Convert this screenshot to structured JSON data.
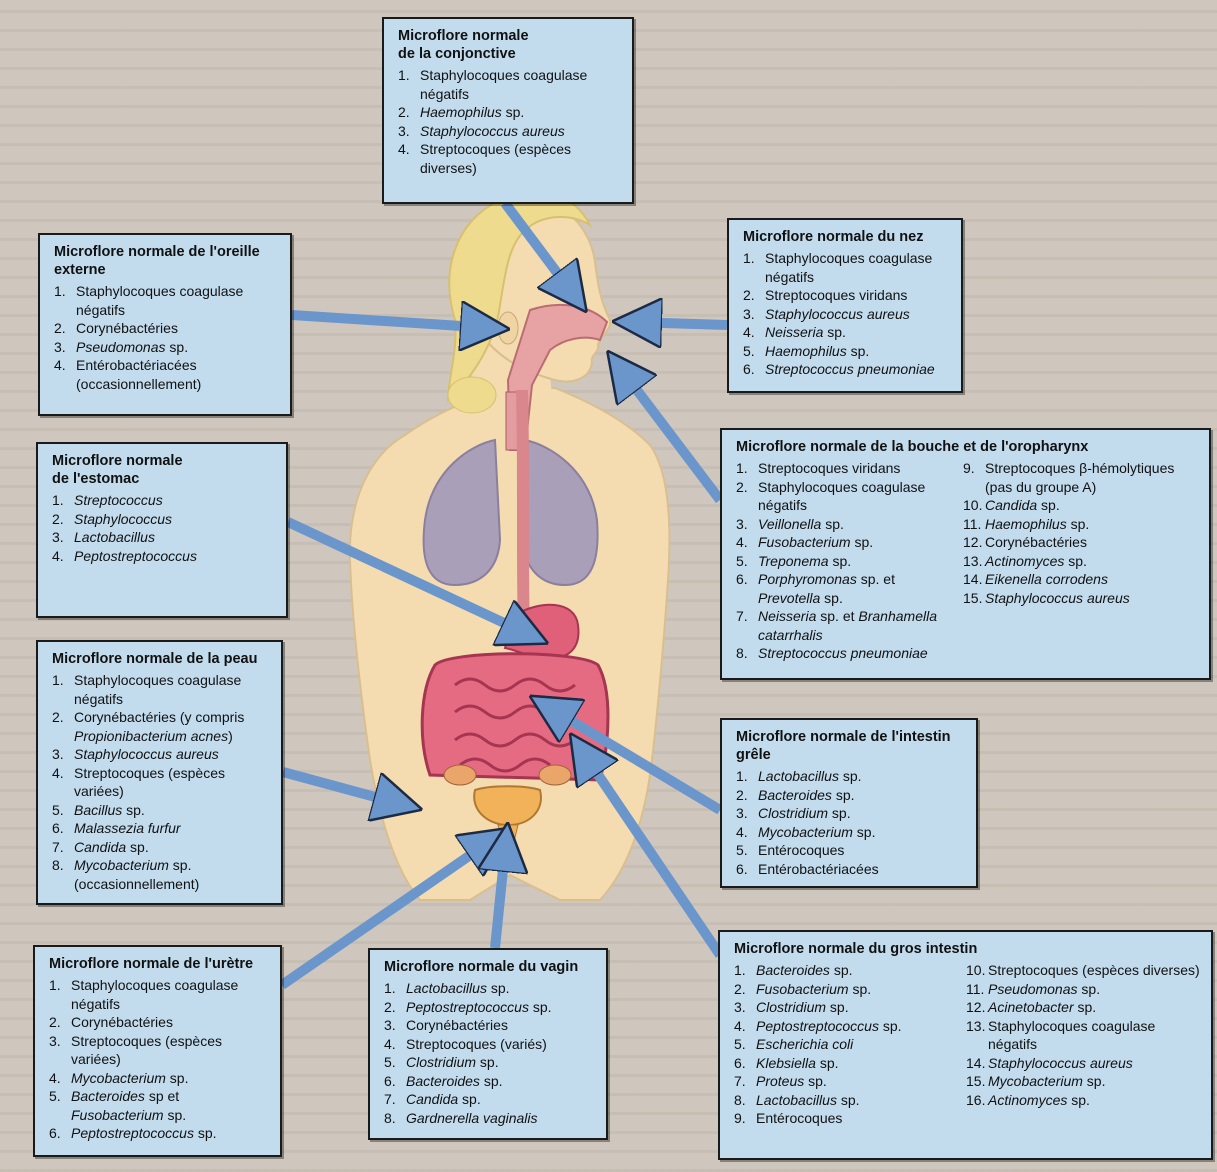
{
  "boxes": {
    "conjonctive": {
      "title": "Microflore normale\nde la conjonctive",
      "items": [
        [
          {
            "t": "Staphylocoques coagulase négatifs",
            "i": false
          }
        ],
        [
          {
            "t": "Haemophilus",
            "i": true
          },
          {
            "t": " sp.",
            "i": false
          }
        ],
        [
          {
            "t": "Staphylococcus aureus",
            "i": true
          }
        ],
        [
          {
            "t": "Streptocoques (espèces diverses)",
            "i": false
          }
        ]
      ]
    },
    "oreille": {
      "title": "Microflore normale de l'oreille\nexterne",
      "items": [
        [
          {
            "t": "Staphylocoques coagulase négatifs",
            "i": false
          }
        ],
        [
          {
            "t": "Corynébactéries",
            "i": false
          }
        ],
        [
          {
            "t": "Pseudomonas",
            "i": true
          },
          {
            "t": " sp.",
            "i": false
          }
        ],
        [
          {
            "t": "Entérobactériacées (occasionnellement)",
            "i": false
          }
        ]
      ]
    },
    "nez": {
      "title": "Microflore normale du nez",
      "items": [
        [
          {
            "t": "Staphylocoques coagulase négatifs",
            "i": false
          }
        ],
        [
          {
            "t": "Streptocoques viridans",
            "i": false
          }
        ],
        [
          {
            "t": "Staphylococcus aureus",
            "i": true
          }
        ],
        [
          {
            "t": "Neisseria",
            "i": true
          },
          {
            "t": " sp.",
            "i": false
          }
        ],
        [
          {
            "t": "Haemophilus",
            "i": true
          },
          {
            "t": " sp.",
            "i": false
          }
        ],
        [
          {
            "t": "Streptococcus pneumoniae",
            "i": true
          }
        ]
      ]
    },
    "estomac": {
      "title": "Microflore normale\nde l'estomac",
      "items": [
        [
          {
            "t": "Streptococcus",
            "i": true
          }
        ],
        [
          {
            "t": "Staphylococcus",
            "i": true
          }
        ],
        [
          {
            "t": "Lactobacillus",
            "i": true
          }
        ],
        [
          {
            "t": "Peptostreptococcus",
            "i": true
          }
        ]
      ]
    },
    "bouche": {
      "title": "Microflore normale de la bouche et de l'oropharynx",
      "col1": [
        [
          {
            "t": "Streptocoques viridans",
            "i": false
          }
        ],
        [
          {
            "t": "Staphylocoques coagulase négatifs",
            "i": false
          }
        ],
        [
          {
            "t": "Veillonella",
            "i": true
          },
          {
            "t": " sp.",
            "i": false
          }
        ],
        [
          {
            "t": "Fusobacterium",
            "i": true
          },
          {
            "t": " sp.",
            "i": false
          }
        ],
        [
          {
            "t": "Treponema",
            "i": true
          },
          {
            "t": " sp.",
            "i": false
          }
        ],
        [
          {
            "t": "Porphyromonas",
            "i": true
          },
          {
            "t": " sp. et ",
            "i": false
          },
          {
            "t": "Prevotella",
            "i": true
          },
          {
            "t": " sp.",
            "i": false
          }
        ],
        [
          {
            "t": "Neisseria",
            "i": true
          },
          {
            "t": " sp. et ",
            "i": false
          },
          {
            "t": "Branhamella catarrhalis",
            "i": true
          }
        ],
        [
          {
            "t": "Streptococcus pneumoniae",
            "i": true
          }
        ]
      ],
      "col2": [
        [
          {
            "t": "Streptocoques β-hémolytiques (pas du groupe A)",
            "i": false
          }
        ],
        [
          {
            "t": "Candida",
            "i": true
          },
          {
            "t": " sp.",
            "i": false
          }
        ],
        [
          {
            "t": "Haemophilus",
            "i": true
          },
          {
            "t": " sp.",
            "i": false
          }
        ],
        [
          {
            "t": "Corynébactéries",
            "i": false
          }
        ],
        [
          {
            "t": "Actinomyces",
            "i": true
          },
          {
            "t": " sp.",
            "i": false
          }
        ],
        [
          {
            "t": "Eikenella corrodens",
            "i": true
          }
        ],
        [
          {
            "t": "Staphylococcus aureus",
            "i": true
          }
        ]
      ]
    },
    "peau": {
      "title": "Microflore normale de la peau",
      "items": [
        [
          {
            "t": "Staphylocoques coagulase négatifs",
            "i": false
          }
        ],
        [
          {
            "t": "Corynébactéries (y compris ",
            "i": false
          },
          {
            "t": "Propionibacterium acnes",
            "i": true
          },
          {
            "t": ")",
            "i": false
          }
        ],
        [
          {
            "t": "Staphylococcus aureus",
            "i": true
          }
        ],
        [
          {
            "t": "Streptocoques (espèces variées)",
            "i": false
          }
        ],
        [
          {
            "t": "Bacillus",
            "i": true
          },
          {
            "t": " sp.",
            "i": false
          }
        ],
        [
          {
            "t": "Malassezia furfur",
            "i": true
          }
        ],
        [
          {
            "t": "Candida",
            "i": true
          },
          {
            "t": " sp.",
            "i": false
          }
        ],
        [
          {
            "t": "Mycobacterium",
            "i": true
          },
          {
            "t": " sp. (occasionnellement)",
            "i": false
          }
        ]
      ]
    },
    "intestin_grele": {
      "title": "Microflore normale de l'intestin\ngrêle",
      "items": [
        [
          {
            "t": "Lactobacillus",
            "i": true
          },
          {
            "t": " sp.",
            "i": false
          }
        ],
        [
          {
            "t": "Bacteroides",
            "i": true
          },
          {
            "t": " sp.",
            "i": false
          }
        ],
        [
          {
            "t": "Clostridium",
            "i": true
          },
          {
            "t": " sp.",
            "i": false
          }
        ],
        [
          {
            "t": "Mycobacterium",
            "i": true
          },
          {
            "t": " sp.",
            "i": false
          }
        ],
        [
          {
            "t": "Entérocoques",
            "i": false
          }
        ],
        [
          {
            "t": "Entérobactériacées",
            "i": false
          }
        ]
      ]
    },
    "urethre": {
      "title": "Microflore normale de l'urètre",
      "items": [
        [
          {
            "t": "Staphylocoques coagulase négatifs",
            "i": false
          }
        ],
        [
          {
            "t": "Corynébactéries",
            "i": false
          }
        ],
        [
          {
            "t": "Streptocoques (espèces variées)",
            "i": false
          }
        ],
        [
          {
            "t": "Mycobacterium",
            "i": true
          },
          {
            "t": " sp.",
            "i": false
          }
        ],
        [
          {
            "t": "Bacteroides",
            "i": true
          },
          {
            "t": " sp et ",
            "i": false
          },
          {
            "t": "Fusobacterium",
            "i": true
          },
          {
            "t": " sp.",
            "i": false
          }
        ],
        [
          {
            "t": "Peptostreptococcus",
            "i": true
          },
          {
            "t": " sp.",
            "i": false
          }
        ]
      ]
    },
    "vagin": {
      "title": "Microflore normale du vagin",
      "items": [
        [
          {
            "t": "Lactobacillus",
            "i": true
          },
          {
            "t": " sp.",
            "i": false
          }
        ],
        [
          {
            "t": "Peptostreptococcus",
            "i": true
          },
          {
            "t": " sp.",
            "i": false
          }
        ],
        [
          {
            "t": "Corynébactéries",
            "i": false
          }
        ],
        [
          {
            "t": "Streptocoques (variés)",
            "i": false
          }
        ],
        [
          {
            "t": "Clostridium",
            "i": true
          },
          {
            "t": " sp.",
            "i": false
          }
        ],
        [
          {
            "t": "Bacteroides",
            "i": true
          },
          {
            "t": " sp.",
            "i": false
          }
        ],
        [
          {
            "t": "Candida",
            "i": true
          },
          {
            "t": " sp.",
            "i": false
          }
        ],
        [
          {
            "t": "Gardnerella vaginalis",
            "i": true
          }
        ]
      ]
    },
    "gros_intestin": {
      "title": "Microflore normale du gros intestin",
      "col1": [
        [
          {
            "t": "Bacteroides",
            "i": true
          },
          {
            "t": " sp.",
            "i": false
          }
        ],
        [
          {
            "t": "Fusobacterium",
            "i": true
          },
          {
            "t": " sp.",
            "i": false
          }
        ],
        [
          {
            "t": "Clostridium",
            "i": true
          },
          {
            "t": " sp.",
            "i": false
          }
        ],
        [
          {
            "t": "Peptostreptococcus",
            "i": true
          },
          {
            "t": " sp.",
            "i": false
          }
        ],
        [
          {
            "t": "Escherichia coli",
            "i": true
          }
        ],
        [
          {
            "t": "Klebsiella",
            "i": true
          },
          {
            "t": " sp.",
            "i": false
          }
        ],
        [
          {
            "t": "Proteus",
            "i": true
          },
          {
            "t": " sp.",
            "i": false
          }
        ],
        [
          {
            "t": "Lactobacillus",
            "i": true
          },
          {
            "t": " sp.",
            "i": false
          }
        ],
        [
          {
            "t": "Entérocoques",
            "i": false
          }
        ]
      ],
      "col2": [
        [
          {
            "t": "Streptocoques (espèces diverses)",
            "i": false
          }
        ],
        [
          {
            "t": "Pseudomonas",
            "i": true
          },
          {
            "t": " sp.",
            "i": false
          }
        ],
        [
          {
            "t": "Acinetobacter",
            "i": true
          },
          {
            "t": " sp.",
            "i": false
          }
        ],
        [
          {
            "t": "Staphylocoques coagulase négatifs",
            "i": false
          }
        ],
        [
          {
            "t": "Staphylococcus aureus",
            "i": true
          }
        ],
        [
          {
            "t": "Mycobacterium",
            "i": true
          },
          {
            "t": " sp.",
            "i": false
          }
        ],
        [
          {
            "t": "Actinomyces",
            "i": true
          },
          {
            "t": " sp.",
            "i": false
          }
        ]
      ]
    }
  },
  "colors": {
    "box_fill": "#c2dcee",
    "arrow": "#6b96cc",
    "skin": "#f5dfb5",
    "hair": "#efdb8e",
    "lungs": "#a99fb8",
    "gut": "#e0607a"
  }
}
